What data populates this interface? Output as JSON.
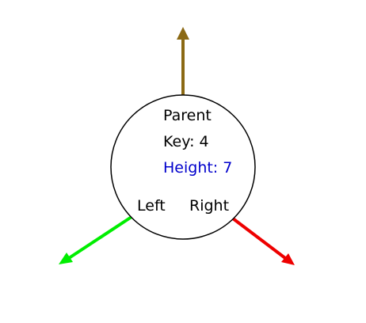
{
  "node": {
    "parent_label": "Parent",
    "key_label": "Key: 4",
    "height_label": "Height: 7",
    "left_label": "Left",
    "right_label": "Right"
  },
  "colors": {
    "parent_arrow": "#8b6914",
    "left_arrow": "#00ee00",
    "right_arrow": "#ee0000",
    "height_text": "#0000cc",
    "text": "#000000",
    "node_stroke": "#000000"
  },
  "icons": {
    "parent_pointer": "arrow-up-icon",
    "left_pointer": "arrow-down-left-icon",
    "right_pointer": "arrow-down-right-icon"
  }
}
